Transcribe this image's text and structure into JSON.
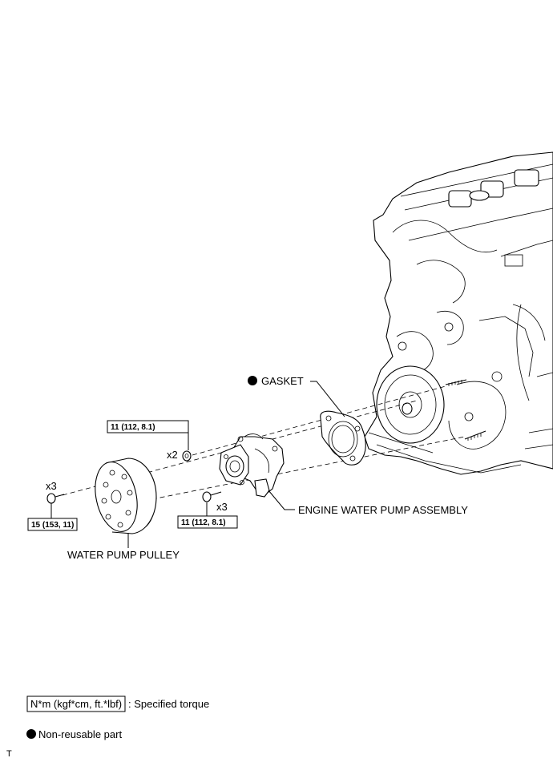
{
  "labels": {
    "gasket": "GASKET",
    "water_pump": "ENGINE WATER PUMP ASSEMBLY",
    "pulley": "WATER PUMP PULLEY",
    "qty_nut": "x2",
    "qty_pulley_bolt": "x3",
    "qty_pump_bolt": "x3"
  },
  "torques": {
    "nut": "11 (112, 8.1)",
    "pulley_bolt": "15 (153, 11)",
    "pump_bolt": "11 (112, 8.1)"
  },
  "legend": {
    "torque_box": "N*m (kgf*cm, ft.*lbf)",
    "torque_desc": ": Specified torque",
    "non_reusable": "Non-reusable part"
  },
  "corner_mark": "T"
}
